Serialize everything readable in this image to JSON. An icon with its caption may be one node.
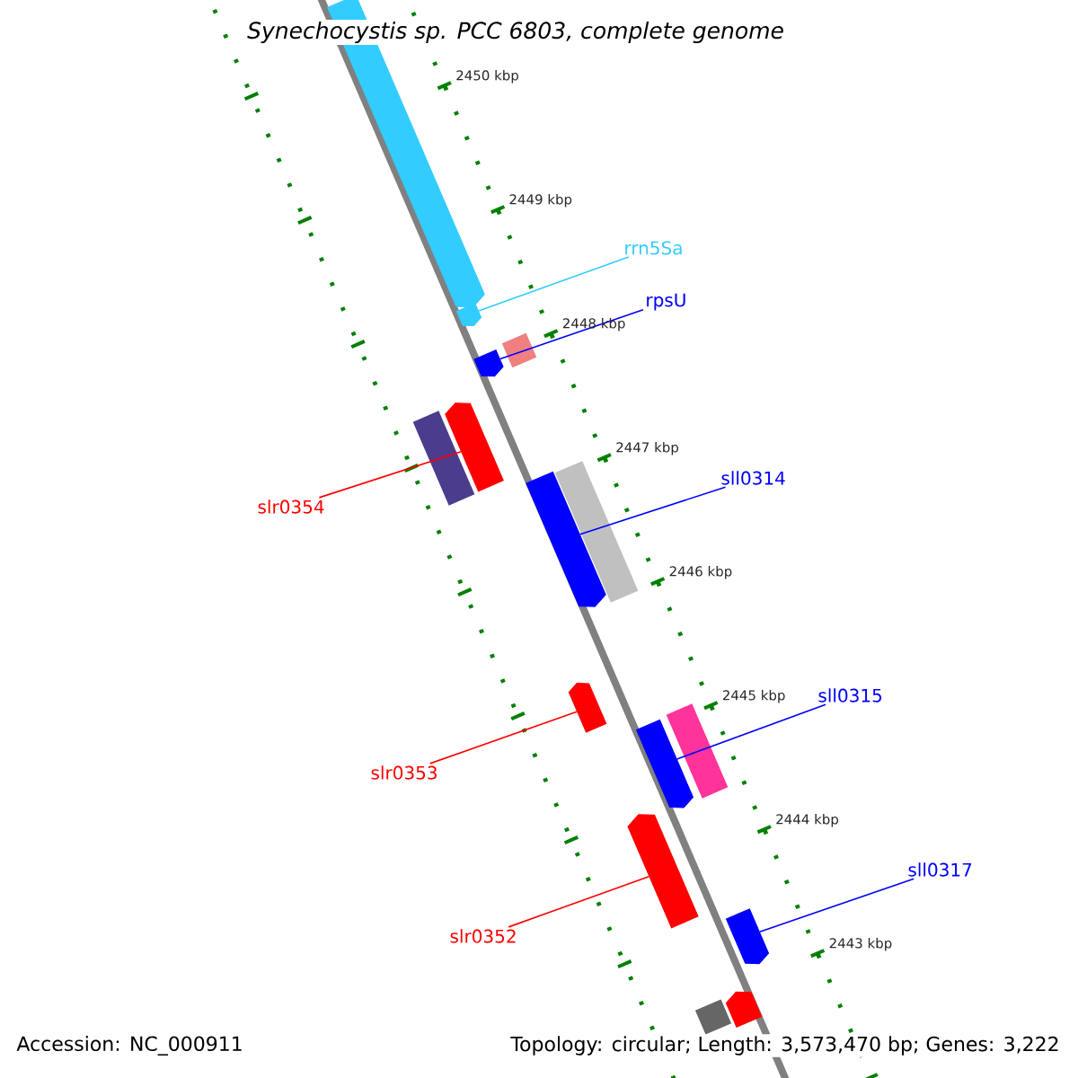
{
  "diagram": {
    "title": "Synechocystis sp. PCC 6803, complete genome",
    "nodes": [
      {
        "text": [
          "rrn5Sa"
        ]
      },
      {
        "text": [
          "rpsU"
        ]
      },
      {
        "text": [
          "sll0314"
        ]
      },
      {
        "text": [
          "slr0354"
        ]
      },
      {
        "text": [
          "sll0315"
        ]
      },
      {
        "text": [
          "slr0353"
        ]
      },
      {
        "text": [
          "sll0317"
        ]
      },
      {
        "text": [
          "slr0352"
        ]
      },
      {
        "text": [],
        "shape": "bar"
      },
      {
        "text": [],
        "shape": "bar"
      },
      {
        "text": [],
        "shape": "bar"
      },
      {
        "text": [],
        "shape": "bar"
      },
      {
        "text": [],
        "shape": "bar"
      },
      {
        "text": [],
        "shape": "bar"
      },
      {
        "text": [],
        "shape": "bar"
      },
      {
        "text": [],
        "shape": "bar"
      },
      {
        "text": [],
        "shape": "bar"
      },
      {
        "text": [],
        "shape": "bar"
      },
      {
        "text": [],
        "shape": "bar"
      },
      {
        "text": [],
        "shape": "bar"
      },
      {
        "text": [],
        "shape": "bar"
      },
      {
        "text": [],
        "shape": "bar"
      },
      {
        "text": [],
        "shape": "bar"
      }
    ],
    "edges": [
      {
        "from": 0,
        "to": 9,
        "arrow": "none",
        "color": "#33ccff"
      },
      {
        "from": 1,
        "to": 10,
        "arrow": "none"
      },
      {
        "from": 2,
        "to": 14,
        "arrow": "none"
      },
      {
        "from": 3,
        "to": 13,
        "arrow": "none",
        "color": "#ff0000"
      },
      {
        "from": 4,
        "to": 17,
        "arrow": "none"
      },
      {
        "from": 5,
        "to": 16,
        "arrow": "none",
        "color": "#ff0000"
      },
      {
        "from": 6,
        "to": 20,
        "arrow": "none"
      },
      {
        "from": 7,
        "to": 19,
        "arrow": "none",
        "color": "#ff0000"
      }
    ],
    "labels": [
      "2450 kbp",
      "2449 kbp",
      "2448 kbp",
      "2447 kbp",
      "2446 kbp",
      "2445 kbp",
      "2444 kbp",
      "2443 kbp",
      "Accession: NC_000911",
      "Topology: circular; Length: 3,573,470 bp; Genes: 3,222"
    ]
  }
}
